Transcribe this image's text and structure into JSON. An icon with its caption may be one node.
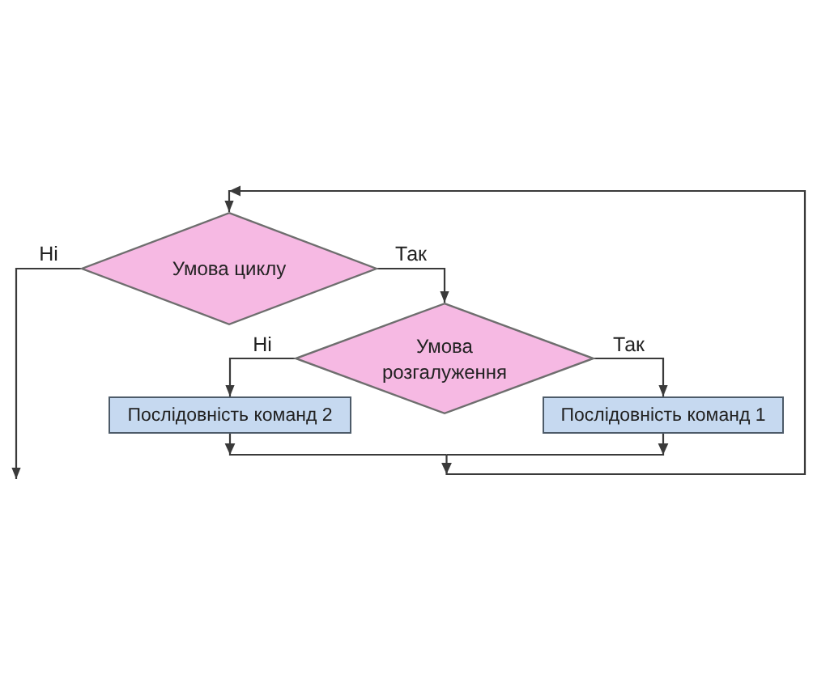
{
  "diagram": {
    "nodes": [
      {
        "text": [
          "Умова циклу"
        ]
      },
      {
        "text": [
          "Умова розгалуження"
        ]
      },
      {
        "text": [
          "Послідовність команд 2"
        ]
      },
      {
        "text": [
          "Послідовність команд 1"
        ]
      }
    ],
    "edges": [
      {
        "from": 0,
        "to": null,
        "arrow": "to",
        "label": "Ні"
      },
      {
        "from": 0,
        "to": 1,
        "arrow": "to",
        "label": "Так"
      },
      {
        "from": 1,
        "to": 2,
        "arrow": "to",
        "label": "Ні"
      },
      {
        "from": 1,
        "to": 3,
        "arrow": "to",
        "label": "Так"
      },
      {
        "from": 2,
        "to": 0,
        "arrow": "to"
      },
      {
        "from": 3,
        "to": 0,
        "arrow": "to"
      }
    ]
  }
}
